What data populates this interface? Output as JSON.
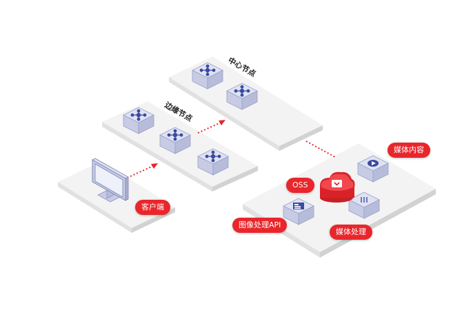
{
  "labels": {
    "center_node": "中心节点",
    "edge_node": "边缘节点",
    "client": "客户端",
    "oss": "OSS",
    "media_content": "媒体内容",
    "image_api": "图像处理API",
    "media_processing": "媒体处理"
  },
  "icons": [
    "network-node-icon",
    "monitor-icon",
    "cloud-download-icon",
    "play-icon",
    "document-icon",
    "list-icon",
    "arrow-icon"
  ],
  "colors": {
    "accent": "#e8262b",
    "platform_top": "#f2f2f2",
    "platform_side": "#dcdcdc",
    "node_top": "#d9dcf0",
    "node_side": "#c3c7e2",
    "glyph": "#3b4aa2"
  }
}
